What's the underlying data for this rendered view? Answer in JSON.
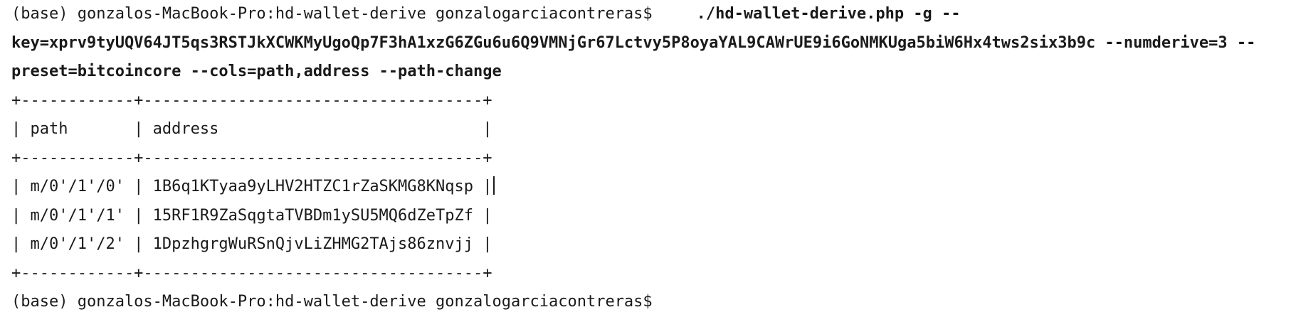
{
  "terminal": {
    "prompt": "(base) gonzalos-MacBook-Pro:hd-wallet-derive gonzalogarciacontreras$",
    "command_line_1": "./hd-wallet-derive.php -g --",
    "command_line_2": "key=xprv9tyUQV64JT5qs3RSTJkXCWKMyUgoQp7F3hA1xzG6ZGu6u6Q9VMNjGr67Lctvy5P8oyaYAL9CAWrUE9i6GoNMKUga5biW6Hx4tws2six3b9c --numderive=3 --",
    "command_line_3": "preset=bitcoincore --cols=path,address --path-change",
    "table": {
      "border": "+------------+------------------------------------+",
      "header": "| path       | address                            |",
      "rows": [
        "| m/0'/1'/0' | 1B6q1KTyaa9yLHV2HTZC1rZaSKMG8KNqsp |",
        "| m/0'/1'/1' | 15RF1R9ZaSqgtaTVBDm1ySU5MQ6dZeTpZf |",
        "| m/0'/1'/2' | 1DpzhgrgWuRSnQjvLiZHMG2TAjs86znvjj |"
      ]
    },
    "final_prompt": "(base) gonzalos-MacBook-Pro:hd-wallet-derive gonzalogarciacontreras$"
  }
}
